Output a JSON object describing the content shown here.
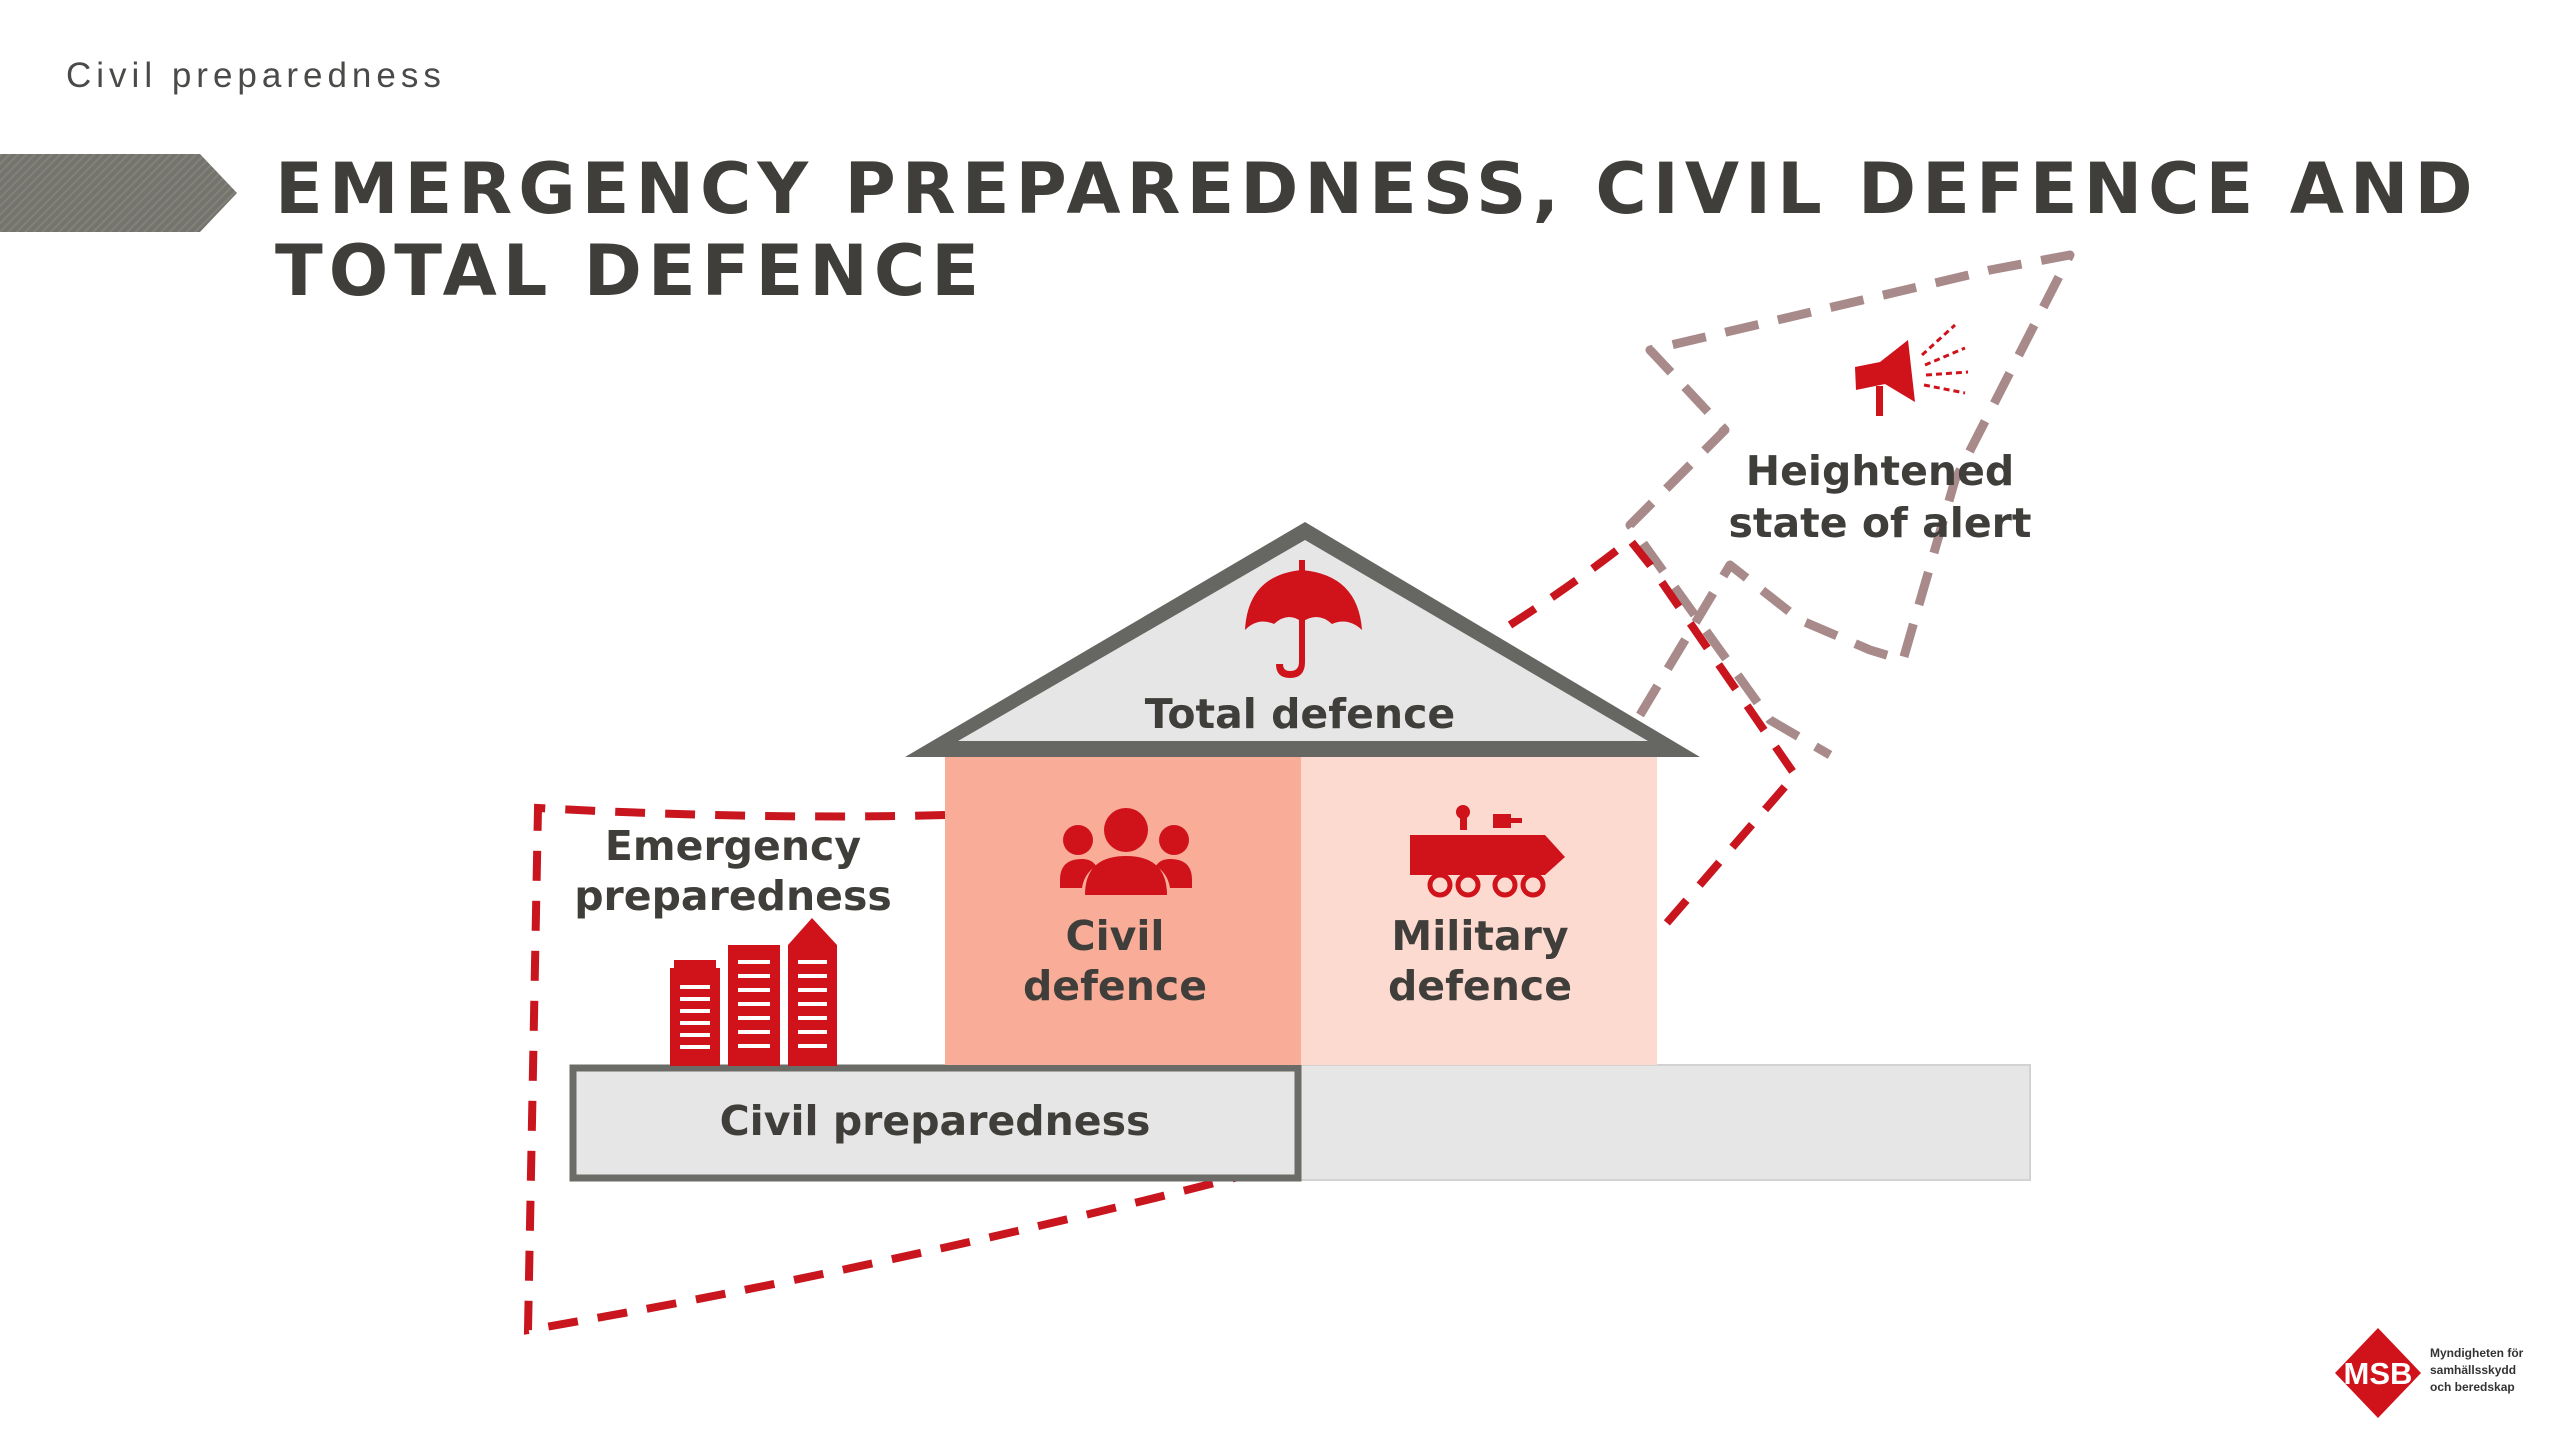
{
  "header": {
    "section_label": "Civil preparedness",
    "title": "EMERGENCY PREPAREDNESS, CIVIL DEFENCE AND TOTAL DEFENCE"
  },
  "diagram": {
    "roof_label": "Total defence",
    "emergency_label_line1": "Emergency",
    "emergency_label_line2": "preparedness",
    "civil_defence_line1": "Civil",
    "civil_defence_line2": "defence",
    "military_defence_line1": "Military",
    "military_defence_line2": "defence",
    "foundation_label": "Civil preparedness",
    "alert_label_line1": "Heightened",
    "alert_label_line2": "state of alert"
  },
  "icons": {
    "umbrella": "umbrella-icon",
    "people": "people-group-icon",
    "vehicle": "armored-vehicle-icon",
    "buildings": "city-buildings-icon",
    "megaphone": "megaphone-icon"
  },
  "logo": {
    "mark": "MSB",
    "line1": "Myndigheten för",
    "line2": "samhällsskydd",
    "line3": "och beredskap"
  },
  "colors": {
    "accent_red": "#d0121b",
    "dashed_red": "#c8151e",
    "arrow_mauve": "#a88a8a",
    "civil_defence_fill": "#f9ad98",
    "military_defence_fill": "#fddacf",
    "roof_gray": "#666662",
    "panel_gray": "#e6e6e6",
    "title_gray": "#3f3e3a"
  }
}
